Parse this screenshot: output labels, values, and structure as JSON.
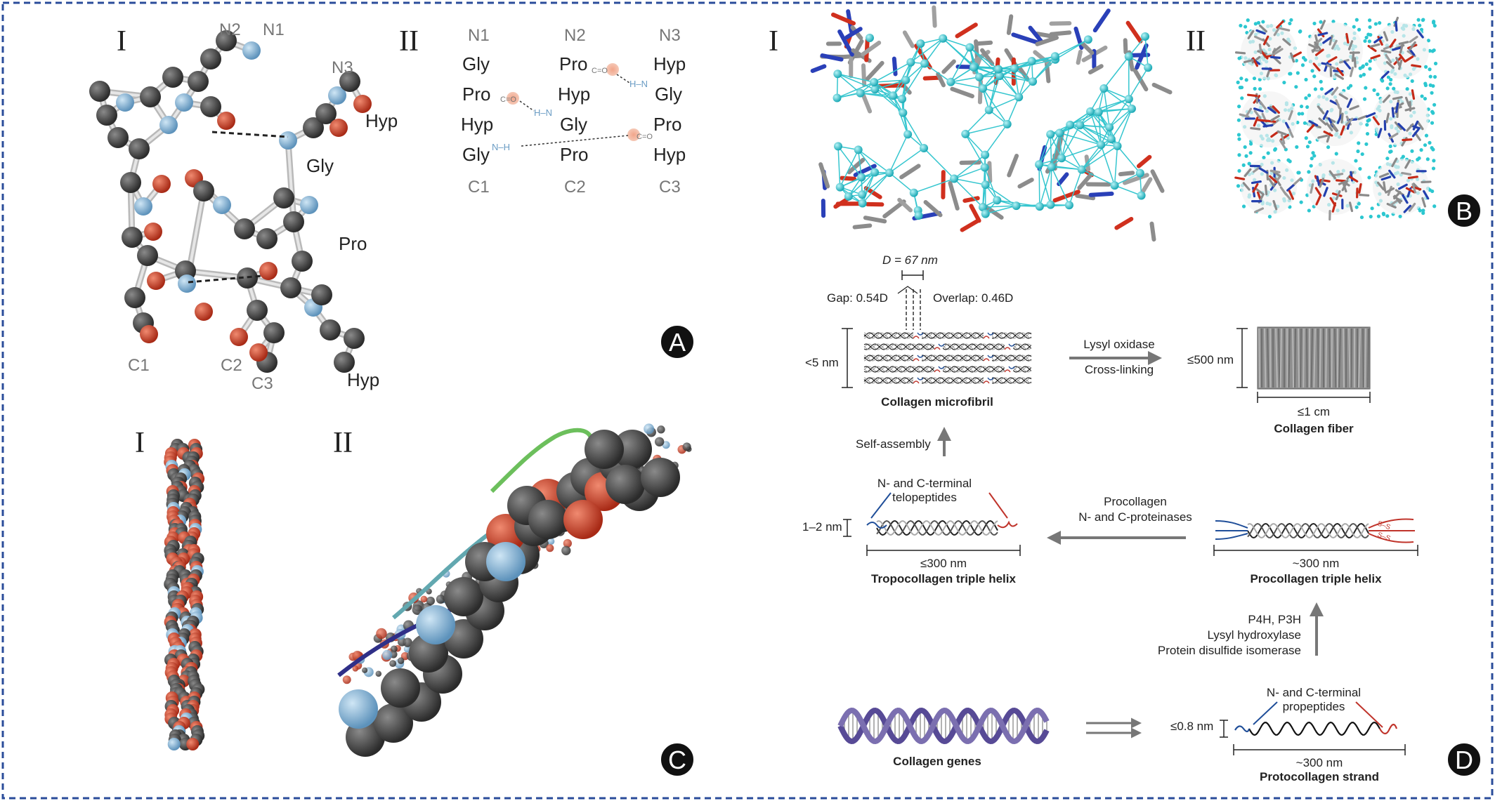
{
  "panel_a": {
    "badge": "A",
    "roman_1": "I",
    "roman_2": "II",
    "model_labels": {
      "n1": "N1",
      "n2": "N2",
      "n3": "N3",
      "c1": "C1",
      "c2": "C2",
      "c3": "C3",
      "hyp_top": "Hyp",
      "gly": "Gly",
      "pro": "Pro",
      "hyp_bottom": "Hyp"
    },
    "scheme": {
      "n1": "N1",
      "n2": "N2",
      "n3": "N3",
      "c1": "C1",
      "c2": "C2",
      "c3": "C3",
      "col1": [
        "Gly",
        "Pro",
        "Hyp",
        "Gly"
      ],
      "col2": [
        "Pro",
        "Hyp",
        "Gly",
        "Pro"
      ],
      "col3": [
        "Hyp",
        "Gly",
        "Pro",
        "Hyp"
      ],
      "co": "C=O",
      "nh": "N–H",
      "hn": "H–N"
    }
  },
  "panel_b": {
    "badge": "B",
    "roman_1": "I",
    "roman_2": "II"
  },
  "panel_c": {
    "badge": "C",
    "roman_1": "I",
    "roman_2": "II"
  },
  "panel_d": {
    "badge": "D",
    "d_period": "D = 67 nm",
    "gap": "Gap: 0.54D",
    "overlap": "Overlap: 0.46D",
    "microfibril_width": "<5 nm",
    "microfibril": "Collagen microfibril",
    "lysyl": "Lysyl oxidase",
    "crosslink": "Cross-linking",
    "fiber_width": "≤500 nm",
    "fiber_length": "≤1 cm",
    "fiber": "Collagen fiber",
    "self_assembly": "Self-assembly",
    "telo_1": "N- and C-terminal",
    "telo_2": "telopeptides",
    "helix_width": "1–2 nm",
    "tropo_length": "≤300 nm",
    "tropo": "Tropocollagen triple helix",
    "proc_enz_1": "Procollagen",
    "proc_enz_2": "N- and C-proteinases",
    "proc_length": "~300 nm",
    "proc": "Procollagen triple helix",
    "ss": "S–S",
    "enz_1": "P4H, P3H",
    "enz_2": "Lysyl hydroxylase",
    "enz_3": "Protein disulfide isomerase",
    "genes": "Collagen genes",
    "pro_1": "N- and C-terminal",
    "pro_2": "propeptides",
    "strand_width": "≤0.8 nm",
    "strand_length": "~300 nm",
    "strand": "Protocollagen strand"
  },
  "colors": {
    "frame": "#2a4c9a",
    "atom_c": "#3f3f3f",
    "atom_n": "#85b5d8",
    "atom_o": "#cc3a24",
    "water": "#2cc7d0",
    "n_term": "#1f4e99",
    "c_term": "#c0342b"
  }
}
